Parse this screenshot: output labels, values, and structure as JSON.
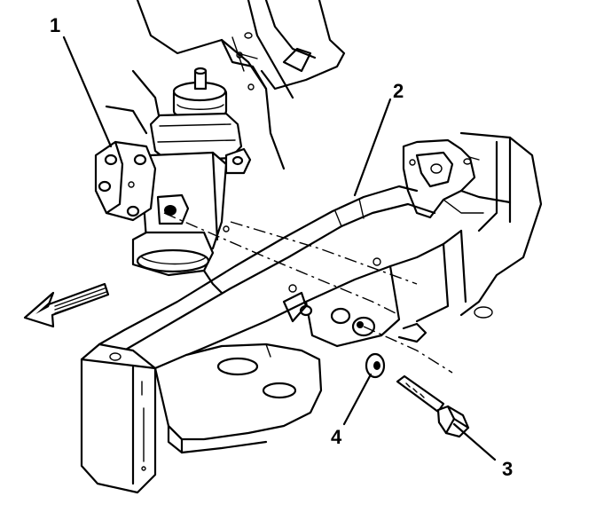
{
  "callouts": [
    {
      "id": "callout-1",
      "label": "1"
    },
    {
      "id": "callout-2",
      "label": "2"
    },
    {
      "id": "callout-3",
      "label": "3"
    },
    {
      "id": "callout-4",
      "label": "4"
    }
  ]
}
